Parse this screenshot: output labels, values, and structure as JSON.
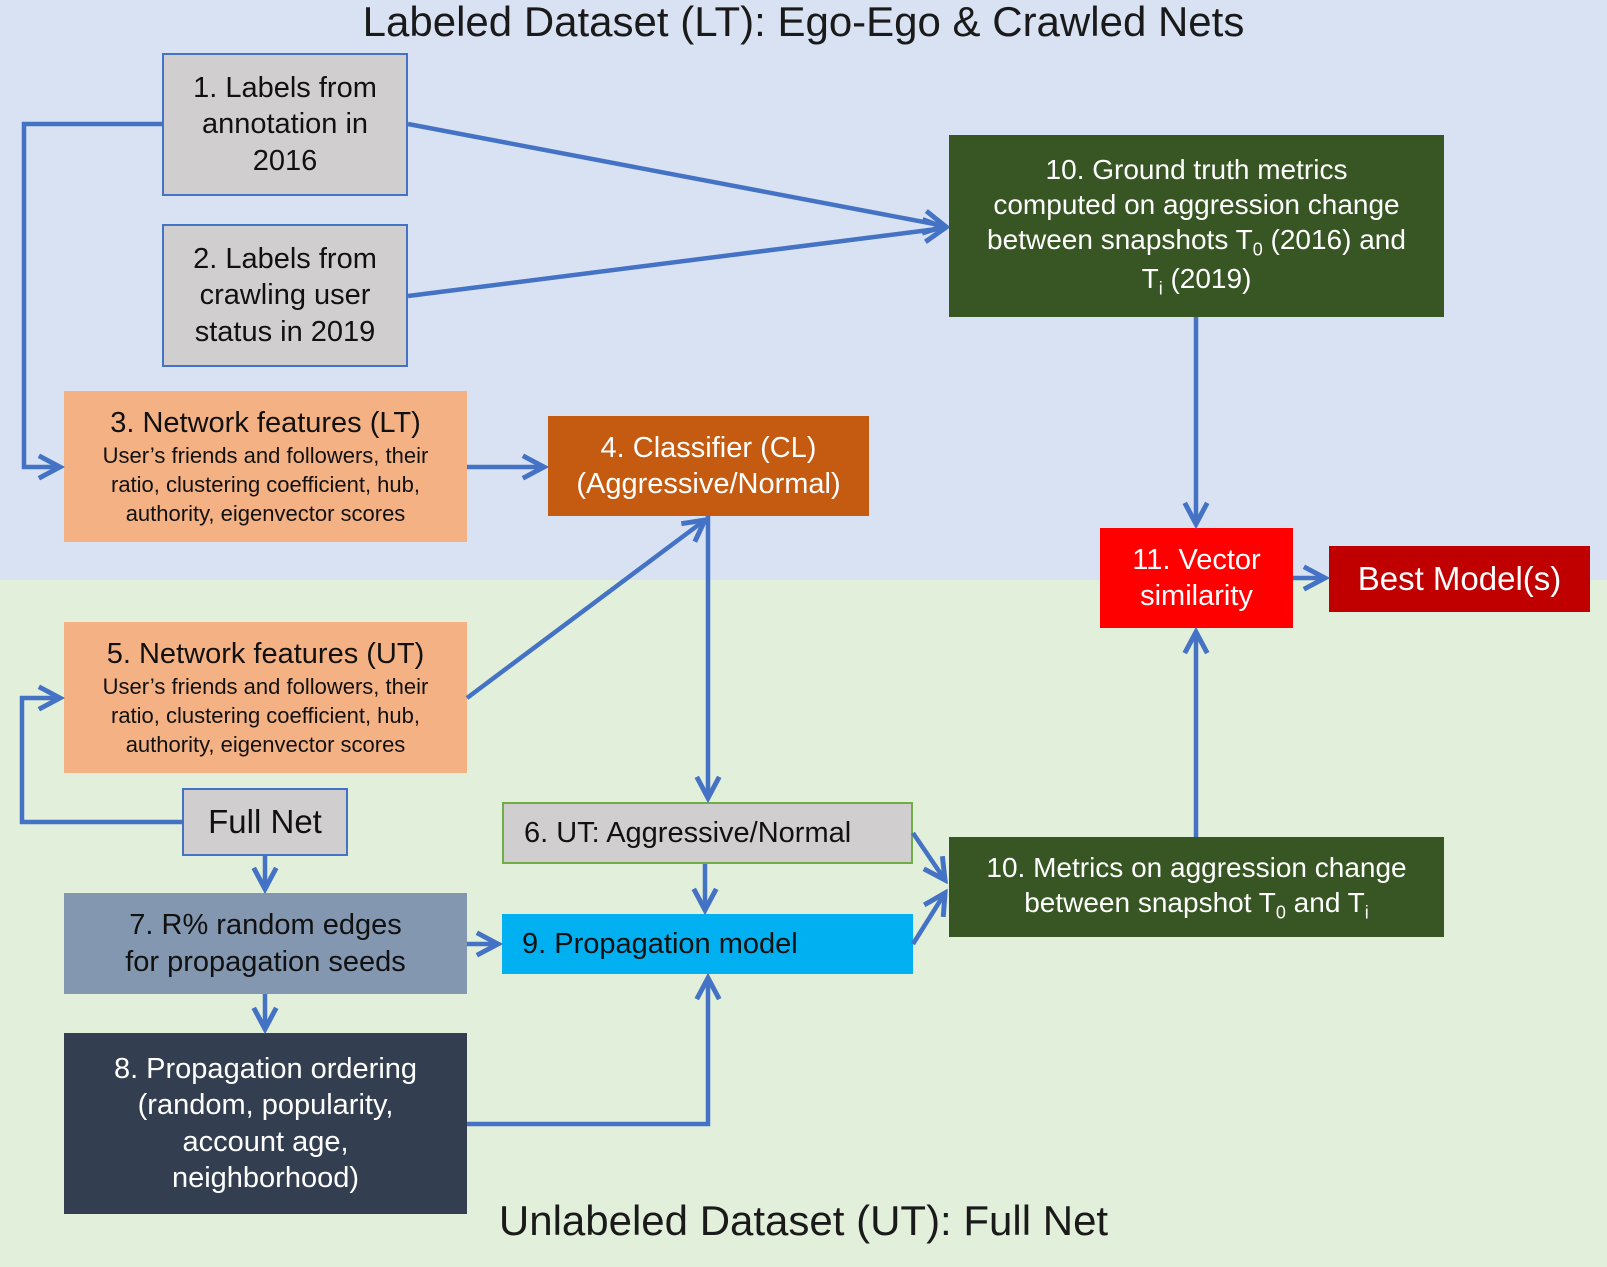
{
  "regions": {
    "top_title": "Labeled Dataset (LT): Ego-Ego & Crawled Nets",
    "bottom_title": "Unlabeled Dataset (UT): Full Net"
  },
  "boxes": {
    "b1": [
      "1. Labels from",
      "annotation in",
      "2016"
    ],
    "b2": [
      "2. Labels from",
      "crawling user",
      "status in 2019"
    ],
    "b3": {
      "title": "3. Network features (LT)",
      "desc": [
        "User’s friends and followers, their",
        "ratio, clustering coefficient, hub,",
        "authority, eigenvector scores"
      ]
    },
    "b4": [
      "4. Classifier (CL)",
      "(Aggressive/Normal)"
    ],
    "b5": {
      "title": "5. Network features (UT)",
      "desc": [
        "User’s friends and followers, their",
        "ratio, clustering coefficient, hub,",
        "authority, eigenvector scores"
      ]
    },
    "b6": "6. UT: Aggressive/Normal",
    "b7": [
      "7. R% random edges",
      "for propagation seeds"
    ],
    "b8": [
      "8. Propagation ordering",
      "(random, popularity,",
      "account age,",
      "neighborhood)"
    ],
    "b9": "9. Propagation model",
    "b10_top": {
      "line1": "10. Ground truth metrics",
      "line2": "computed on aggression change",
      "line3_pre": "between snapshots T",
      "line3_sub": "0",
      "line3_post": " (2016) and",
      "line4_pre": "T",
      "line4_sub": "i",
      "line4_post": " (2019)"
    },
    "b10_bottom": {
      "line1": "10. Metrics on aggression change",
      "line2_pre": "between snapshot T",
      "line2_sub0": "0",
      "line2_mid": " and T",
      "line2_subi": "i"
    },
    "b11": [
      "11. Vector",
      "similarity"
    ],
    "best": "Best Model(s)",
    "fullnet": "Full Net"
  },
  "colors": {
    "top_bg": "#d9e2f2",
    "bottom_bg": "#e2efda",
    "arrow": "#4472c4",
    "green_box": "#375623",
    "orange_box": "#f4b183",
    "classifier_box": "#c55a11",
    "vector_box": "#ff0000",
    "best_box": "#c00000",
    "propagation_box": "#00b0f0",
    "seed_box": "#8497b0",
    "ordering_box": "#333f50"
  }
}
